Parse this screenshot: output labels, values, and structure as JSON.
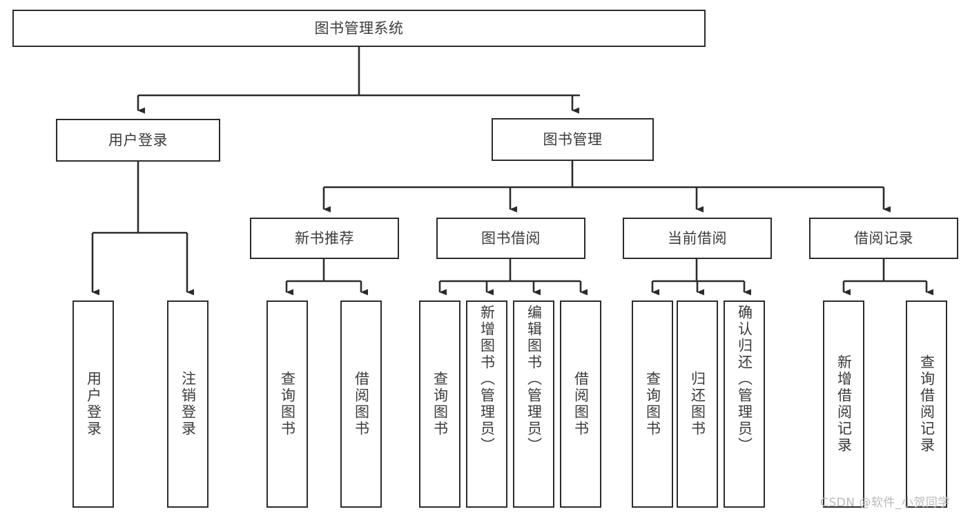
{
  "diagram": {
    "title": "图书管理系统",
    "type": "hierarchy-tree",
    "watermark": "CSDN @软件_小贺同学",
    "colors": {
      "background": "#ffffff",
      "node_border": "#2b2b2b",
      "node_fill": "#ffffff",
      "text": "#3b3b3b",
      "edge": "#2b2b2b",
      "watermark": "#b9b9b9"
    },
    "levels": {
      "root": "图书管理系统",
      "level1": [
        "用户登录",
        "图书管理"
      ],
      "level2": [
        "新书推荐",
        "图书借阅",
        "当前借阅",
        "借阅记录"
      ]
    },
    "nodes": {
      "root": {
        "label": "图书管理系统"
      },
      "user_login": {
        "label": "用户登录"
      },
      "book_manage": {
        "label": "图书管理"
      },
      "new_book_rec": {
        "label": "新书推荐"
      },
      "book_borrow": {
        "label": "图书借阅"
      },
      "current_borrow": {
        "label": "当前借阅"
      },
      "borrow_record": {
        "label": "借阅记录"
      }
    },
    "leaves": {
      "user_login": [
        {
          "label": "用户登录"
        },
        {
          "label": "注销登录"
        }
      ],
      "new_book_rec": [
        {
          "label": "查询图书"
        },
        {
          "label": "借阅图书"
        }
      ],
      "book_borrow": [
        {
          "label": "查询图书"
        },
        {
          "label": "新增图书（管理员）"
        },
        {
          "label": "编辑图书（管理员）"
        },
        {
          "label": "借阅图书"
        }
      ],
      "current_borrow": [
        {
          "label": "查询图书"
        },
        {
          "label": "归还图书"
        },
        {
          "label": "确认归还（管理员）"
        }
      ],
      "borrow_record": [
        {
          "label": "新增借阅记录"
        },
        {
          "label": "查询借阅记录"
        }
      ]
    }
  }
}
